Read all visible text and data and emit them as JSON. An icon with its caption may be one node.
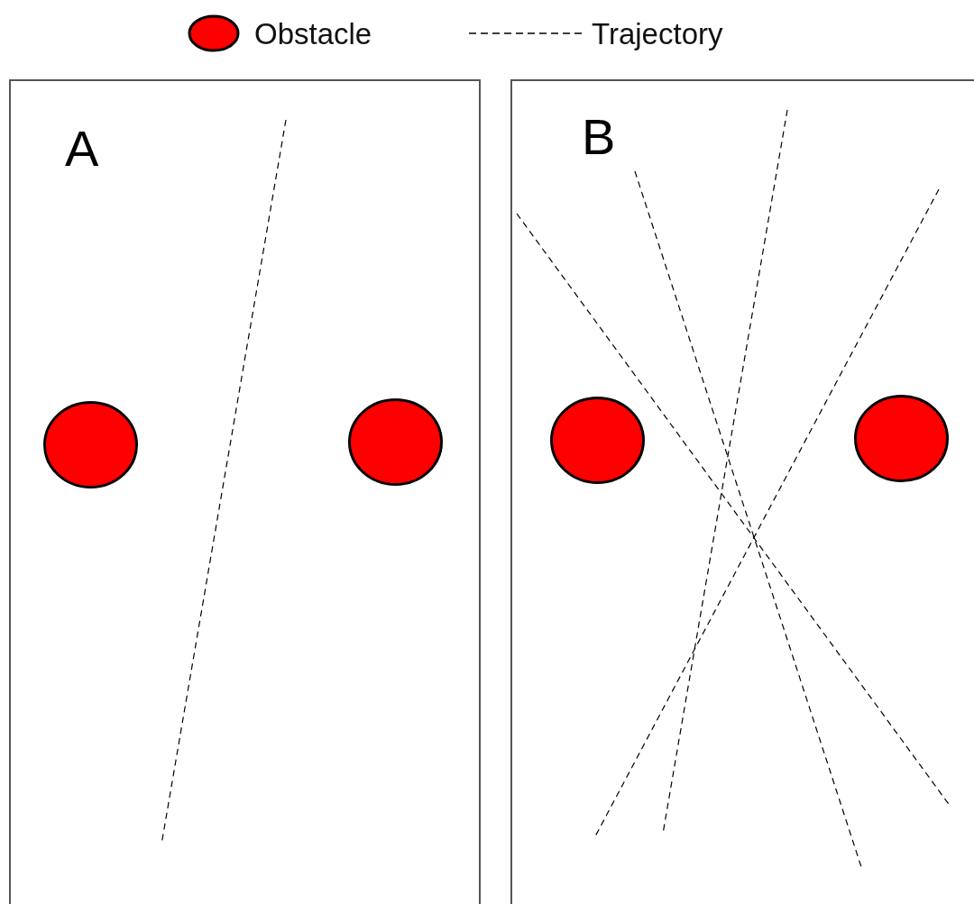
{
  "diagram": {
    "nodes": [
      {
        "text": [
          "A"
        ]
      },
      {
        "text": [
          "B"
        ]
      },
      {
        "text": [],
        "shape": "circle",
        "in": 0
      },
      {
        "text": [],
        "shape": "circle",
        "in": 0
      },
      {
        "text": [],
        "shape": "circle",
        "in": 1
      },
      {
        "text": [],
        "shape": "circle",
        "in": 1
      }
    ],
    "edges": [],
    "legend": [
      {
        "text": "Obstacle",
        "color": "#ff0000"
      },
      {
        "text": "Trajectory"
      }
    ]
  }
}
